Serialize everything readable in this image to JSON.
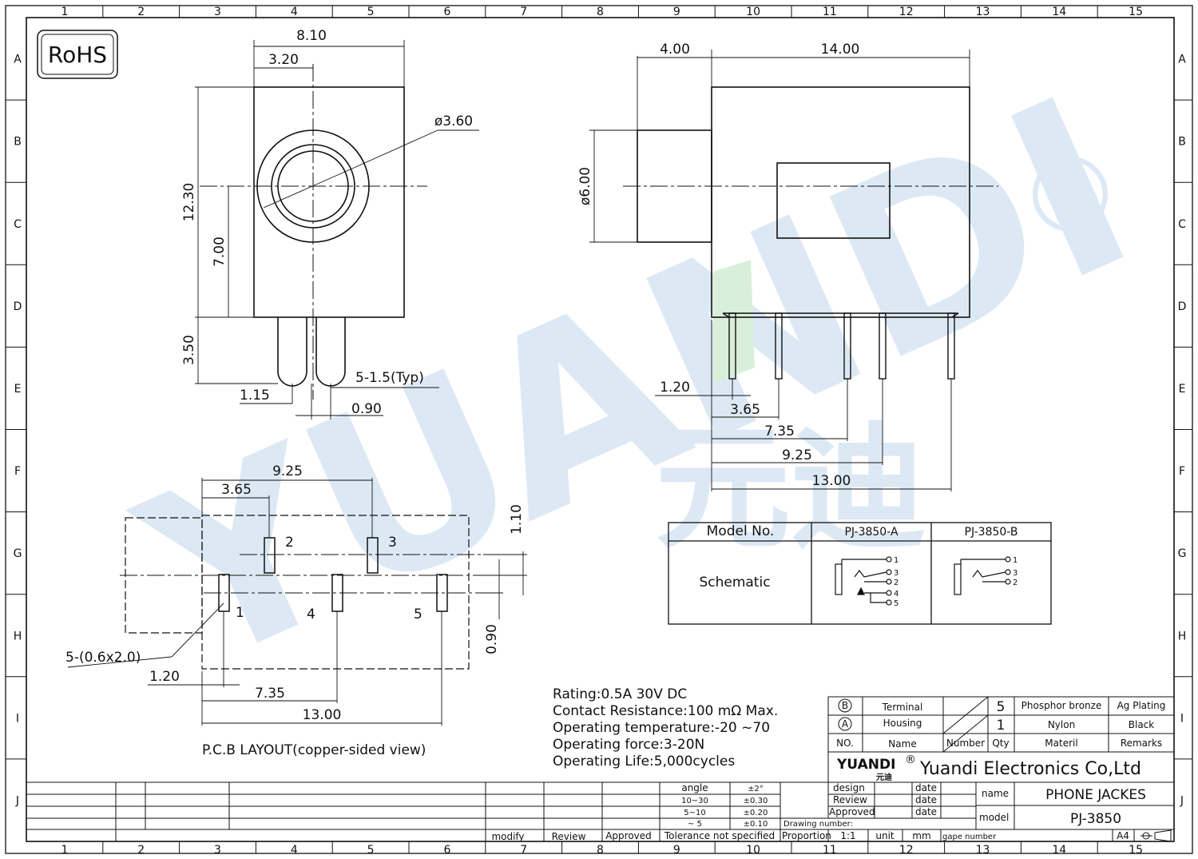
{
  "rohs": "RoHS",
  "watermark": {
    "brand": "YUANDI",
    "registered": "®",
    "cn": "元迪"
  },
  "border": {
    "cols": [
      "1",
      "2",
      "3",
      "4",
      "5",
      "6",
      "7",
      "8",
      "9",
      "10",
      "11",
      "12",
      "13",
      "14",
      "15"
    ],
    "rows": [
      "A",
      "B",
      "C",
      "D",
      "E",
      "F",
      "G",
      "H",
      "I",
      "J"
    ]
  },
  "front_view": {
    "width": "8.10",
    "offset": "3.20",
    "diameter": "ø3.60",
    "height": "12.30",
    "center": "7.00",
    "pin_length": "3.50",
    "pin_label": "5-1.5(Typ)",
    "pin_offset": "1.15",
    "pin_gap": "0.90"
  },
  "side_view": {
    "nose": "4.00",
    "body": "14.00",
    "diameter": "ø6.00",
    "d1": "1.20",
    "d2": "3.65",
    "d3": "7.35",
    "d4": "9.25",
    "d5": "13.00"
  },
  "pcb": {
    "top1": "9.25",
    "top2": "3.65",
    "right1": "1.10",
    "right2": "0.90",
    "hole_spec": "5-(0.6x2.0)",
    "b1": "1.20",
    "b2": "7.35",
    "b3": "13.00",
    "pins": [
      "1",
      "2",
      "3",
      "4",
      "5"
    ],
    "caption": "P.C.B LAYOUT(copper-sided view)"
  },
  "schematic_table": {
    "header": [
      "Model No.",
      "PJ-3850-A",
      "PJ-3850-B"
    ],
    "row_label": "Schematic",
    "a_pins": [
      "1",
      "3",
      "2",
      "4",
      "5"
    ],
    "b_pins": [
      "1",
      "3",
      "2"
    ]
  },
  "specs": [
    "Rating:0.5A 30V DC",
    "Contact Resistance:100 mΩ Max.",
    "Operating temperature:-20  ~70",
    "Operating force:3-20N",
    "Operating Life:5,000cycles"
  ],
  "bom": {
    "rows": [
      {
        "no": "B",
        "name": "Terminal",
        "qty": "5",
        "material": "Phosphor bronze",
        "remarks": "Ag Plating"
      },
      {
        "no": "A",
        "name": "Housing",
        "qty": "1",
        "material": "Nylon",
        "remarks": "Black"
      }
    ],
    "headers": {
      "no": "NO.",
      "name": "Name",
      "number": "Number",
      "qty": "Qty",
      "material": "Materil",
      "remarks": "Remarks"
    }
  },
  "title_block": {
    "logo": "YUANDI",
    "logo_cn": "元迪",
    "registered": "®",
    "company": "Yuandi Electronics Co,Ltd",
    "design": "design",
    "review": "Review",
    "approved": "Approved",
    "date": "date",
    "name_label": "name",
    "name_value": "PHONE JACKES",
    "model_label": "model",
    "model_value": "PJ-3850",
    "drawing_number": "Drawing number:",
    "proportion": "Proportion",
    "scale": "1:1",
    "unit": "unit",
    "unit_value": "mm",
    "gape_number": "gape number",
    "paper": "A4"
  },
  "tolerance": {
    "rows": [
      {
        "range": "angle",
        "tol": "±2°"
      },
      {
        "range": "10~30",
        "tol": "±0.30"
      },
      {
        "range": "5~10",
        "tol": "±0.20"
      },
      {
        "range": "~ 5",
        "tol": "±0.10"
      }
    ],
    "footer": "Tolerance  not  specified"
  },
  "revision_footer": {
    "modify": "modify",
    "review": "Review",
    "approved": "Approved"
  },
  "colors": {
    "line": "#111111",
    "watermark": "#dce9f5",
    "watermark_green": "#d9efd9"
  }
}
